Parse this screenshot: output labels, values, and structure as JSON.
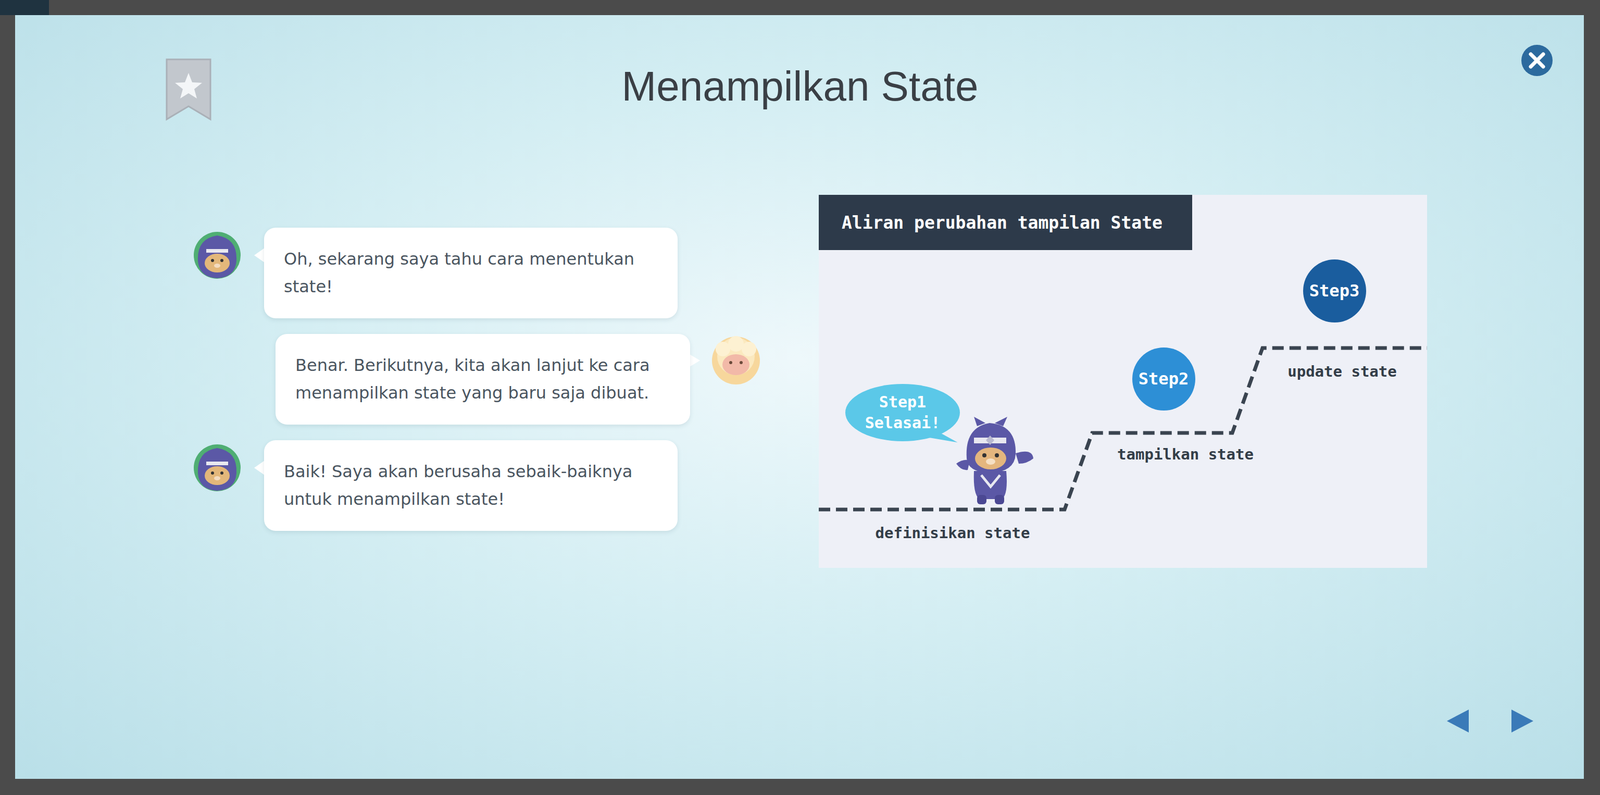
{
  "diagram": {
    "title": "Menampilkan State",
    "nodes": [
      {
        "text": [
          "Oh, sekarang saya tahu cara menentukan state!"
        ]
      },
      {
        "text": [
          "Benar. Berikutnya, kita akan lanjut ke cara menampilkan state yang baru saja dibuat."
        ]
      },
      {
        "text": [
          "Baik! Saya akan berusaha sebaik-baiknya untuk menampilkan state!"
        ]
      },
      {
        "text": [
          "Aliran perubahan tampilan State"
        ]
      },
      {
        "text": [
          "Step1 Selasai!"
        ]
      },
      {
        "text": [
          "Step2"
        ]
      },
      {
        "text": [
          "Step3"
        ]
      }
    ],
    "labels": [
      "definisikan state",
      "tampilkan state",
      "update state"
    ]
  }
}
